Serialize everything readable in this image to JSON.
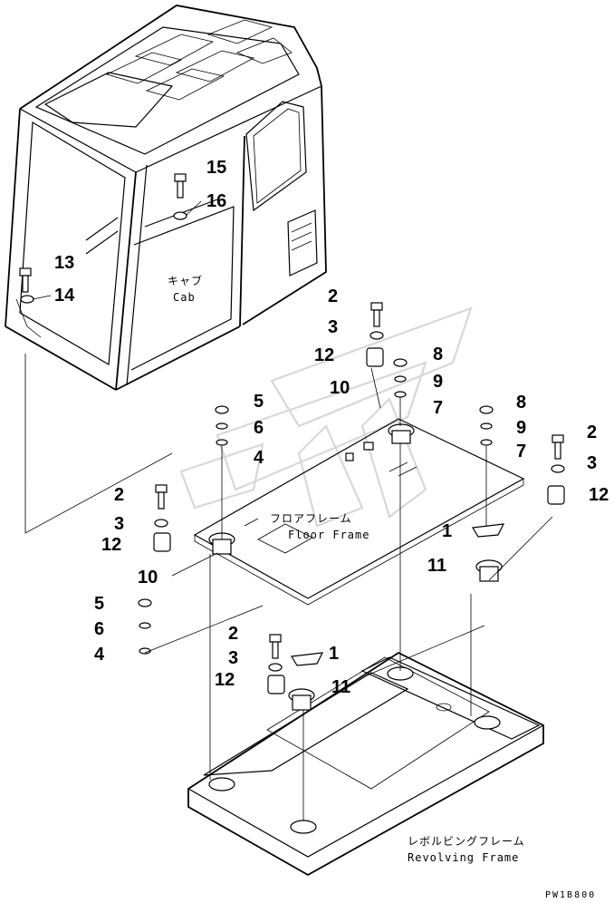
{
  "drawing_code": "PW1B800",
  "labels": {
    "cab_jp": "キャブ",
    "cab_en": "Cab",
    "floor_jp": "フロアフレーム",
    "floor_en": "Floor Frame",
    "rev_jp": "レボルビングフレーム",
    "rev_en": "Revolving Frame"
  },
  "callouts": [
    "15",
    "16",
    "13",
    "14",
    "2",
    "3",
    "12",
    "8",
    "9",
    "10",
    "7",
    "8",
    "9",
    "5",
    "6",
    "4",
    "7",
    "2",
    "3",
    "2",
    "3",
    "12",
    "12",
    "1",
    "10",
    "11",
    "5",
    "6",
    "4",
    "2",
    "1",
    "3",
    "12",
    "11"
  ]
}
